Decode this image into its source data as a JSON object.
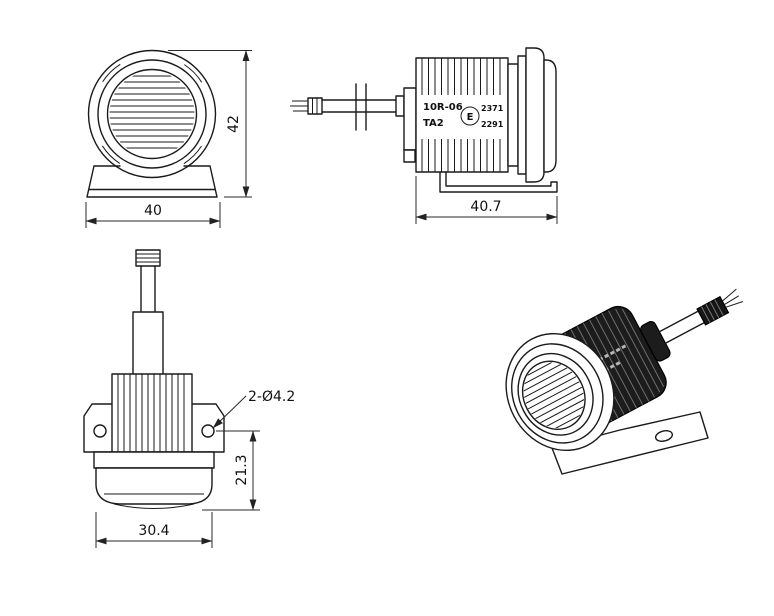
{
  "drawing": {
    "front": {
      "dim_width": "40",
      "dim_height": "42"
    },
    "side": {
      "dim_width": "40.7",
      "marking_line1": "10R-06",
      "marking_line2": "TA2",
      "e_mark_letter": "E",
      "approval_top": "2371",
      "approval_bottom": "2291"
    },
    "top": {
      "dim_holes": "2-Ø4.2",
      "dim_width": "30.4",
      "dim_height": "21.3"
    }
  }
}
